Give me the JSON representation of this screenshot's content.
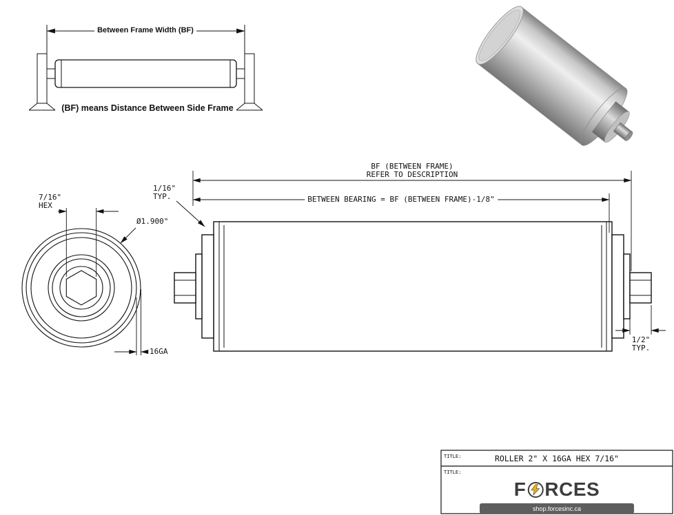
{
  "explainer": {
    "dim_label": "Between Frame Width (BF)",
    "caption": "(BF) means Distance Between Side Frame"
  },
  "end_view": {
    "hex_dim_line1": "7/16\"",
    "hex_dim_line2": "HEX",
    "diameter_dim": "Ø1.900\"",
    "gauge_dim": "16GA"
  },
  "side_view": {
    "bf_dim_line1": "BF (BETWEEN FRAME)",
    "bf_dim_line2": "REFER TO DESCRIPTION",
    "between_bearing_dim": "BETWEEN BEARING = BF (BETWEEN FRAME)-1/8\"",
    "left_typ_line1": "1/16\"",
    "left_typ_line2": "TYP.",
    "right_typ_line1": "1/2\"",
    "right_typ_line2": "TYP."
  },
  "title_block": {
    "row1_label": "TITLE:",
    "row2_label": "TITLE:",
    "part_title": "ROLLER 2\" X 16GA HEX 7/16\"",
    "brand_first": "F",
    "brand_rest": "RCES",
    "bolt_icon": "lightning-bolt",
    "website": "shop.forcesinc.ca"
  },
  "colors": {
    "line": "#111111",
    "accent_gold": "#f0b310",
    "footer_bar": "#5e5e5e",
    "brand_text": "#3d3d3d"
  }
}
